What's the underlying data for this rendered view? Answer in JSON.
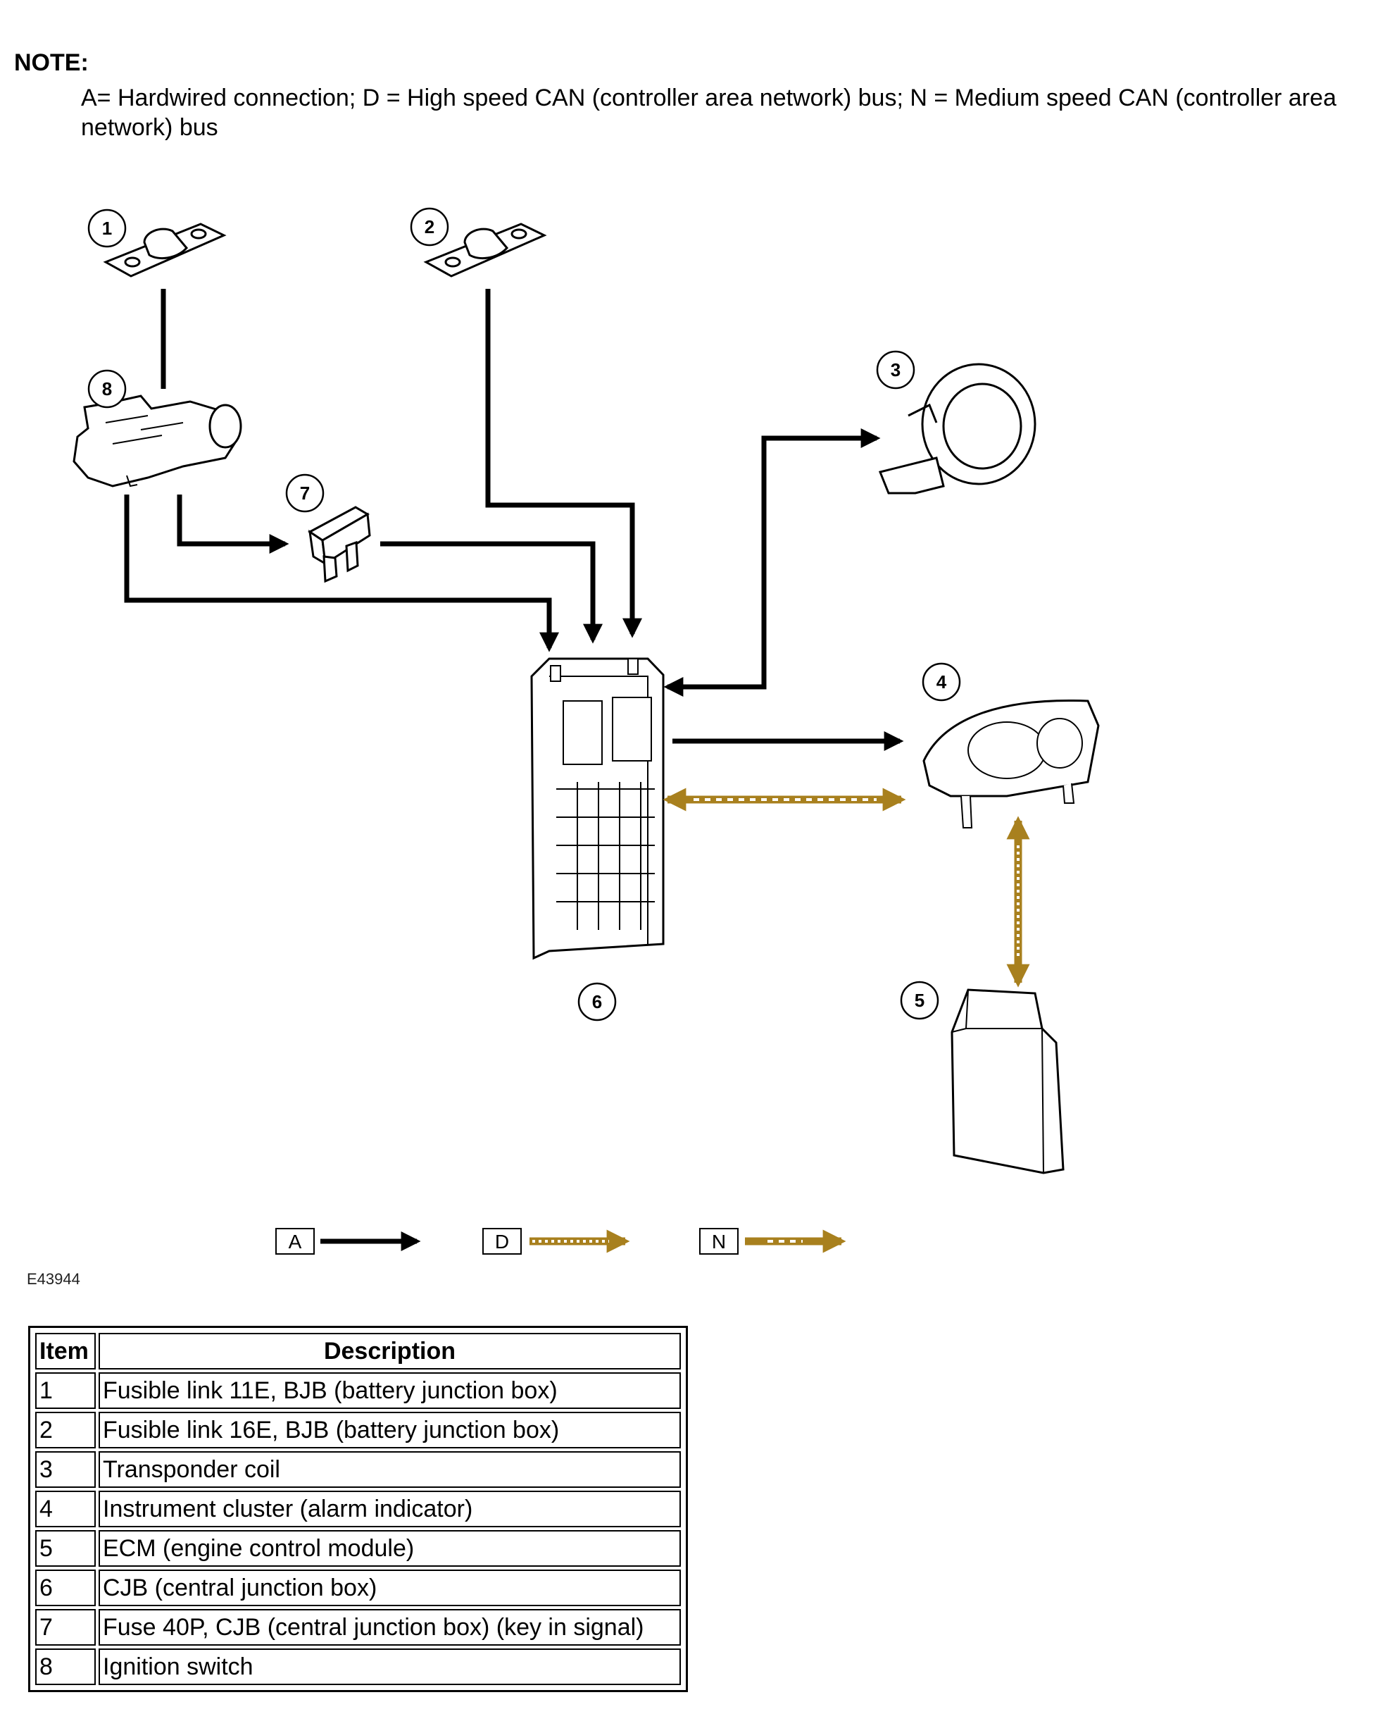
{
  "note": {
    "heading": "NOTE:",
    "text": "A= Hardwired connection; D = High speed CAN (controller area network) bus; N = Medium speed CAN (controller area network) bus"
  },
  "diagram": {
    "callouts": [
      "1",
      "2",
      "3",
      "4",
      "5",
      "6",
      "7",
      "8"
    ],
    "legend": [
      {
        "letter": "A",
        "meaning": "Hardwired connection"
      },
      {
        "letter": "D",
        "meaning": "High speed CAN bus"
      },
      {
        "letter": "N",
        "meaning": "Medium speed CAN bus"
      }
    ],
    "figure_ref": "E43944",
    "colors": {
      "hardwired": "#000000",
      "can_bus": "#a8801e",
      "can_dash": "#ffffff"
    }
  },
  "table": {
    "headers": {
      "item": "Item",
      "description": "Description"
    },
    "rows": [
      {
        "item": "1",
        "description": "Fusible link 11E, BJB (battery junction box)"
      },
      {
        "item": "2",
        "description": "Fusible link 16E, BJB (battery junction box)"
      },
      {
        "item": "3",
        "description": "Transponder coil"
      },
      {
        "item": "4",
        "description": "Instrument cluster (alarm indicator)"
      },
      {
        "item": "5",
        "description": "ECM (engine control module)"
      },
      {
        "item": "6",
        "description": "CJB (central junction box)"
      },
      {
        "item": "7",
        "description": "Fuse 40P, CJB (central junction box) (key in signal)"
      },
      {
        "item": "8",
        "description": "Ignition switch"
      }
    ]
  }
}
